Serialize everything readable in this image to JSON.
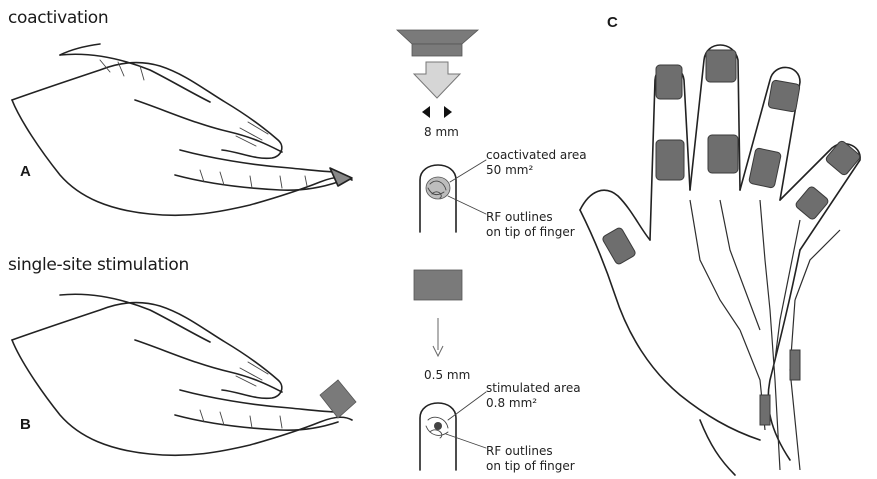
{
  "panel_a": {
    "heading": "coactivation",
    "letter": "A"
  },
  "panel_b": {
    "heading": "single-site stimulation",
    "letter": "B"
  },
  "panel_c": {
    "letter": "C"
  },
  "coactivation_schematic": {
    "width_label": "8 mm",
    "area_label_line1": "coactivated area",
    "area_label_line2": "50 mm²",
    "rf_label_line1": "RF outlines",
    "rf_label_line2": "on tip of finger"
  },
  "single_site_schematic": {
    "width_label": "0.5 mm",
    "area_label_line1": "stimulated area",
    "area_label_line2": "0.8 mm²",
    "rf_label_line1": "RF outlines",
    "rf_label_line2": "on tip of finger"
  },
  "colors": {
    "stimulator_gray": "#7a7a7a",
    "ink": "#222222",
    "background": "#ffffff"
  }
}
